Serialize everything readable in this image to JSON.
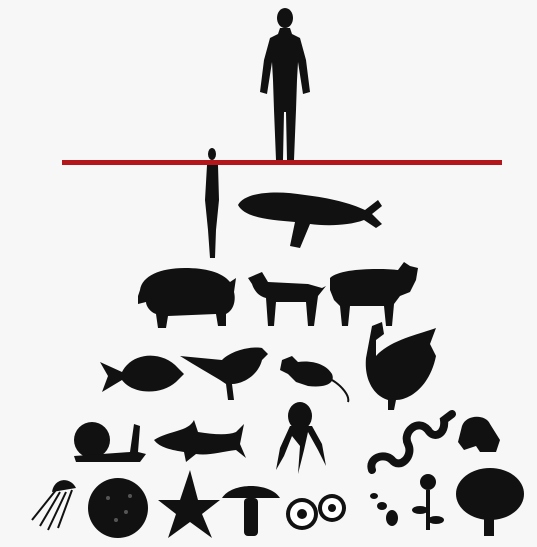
{
  "colors": {
    "background": "#f7f7f7",
    "silhouette": "#111111",
    "divider_line": "#b3161b"
  },
  "figure": {
    "top_figure": "standing-human-silhouette",
    "rows": [
      [
        "small-human-figure",
        "whale"
      ],
      [
        "pig",
        "dog",
        "cow"
      ],
      [
        "fish",
        "bird",
        "mouse",
        "hen"
      ],
      [
        "snail",
        "shark",
        "octopus",
        "snake",
        "frog"
      ],
      [
        "jellyfish",
        "sponge",
        "starfish",
        "mushroom",
        "cells",
        "ant",
        "flower",
        "tree"
      ]
    ]
  }
}
